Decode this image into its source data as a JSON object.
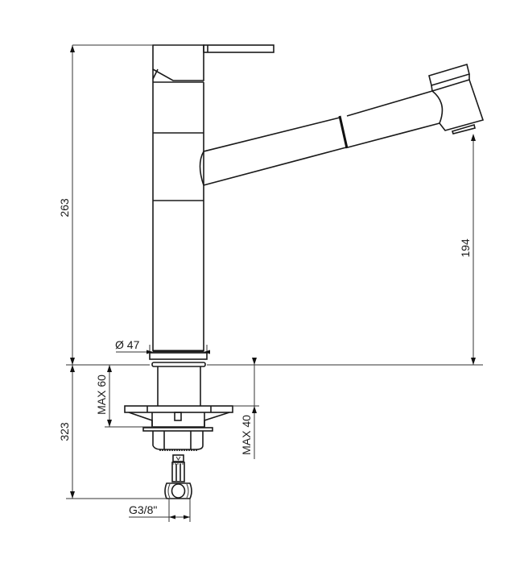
{
  "drawing": {
    "subject": "kitchen faucet with pull-out spout, side view technical drawing",
    "units": "mm",
    "dimensions": {
      "total_height": "263",
      "spout_height": "194",
      "body_diameter": "Ø 47",
      "install_depth": "323",
      "max_deck_thickness_60": "MAX 60",
      "max_deck_thickness_40": "MAX 40",
      "connection_thread": "G3/8\""
    }
  }
}
